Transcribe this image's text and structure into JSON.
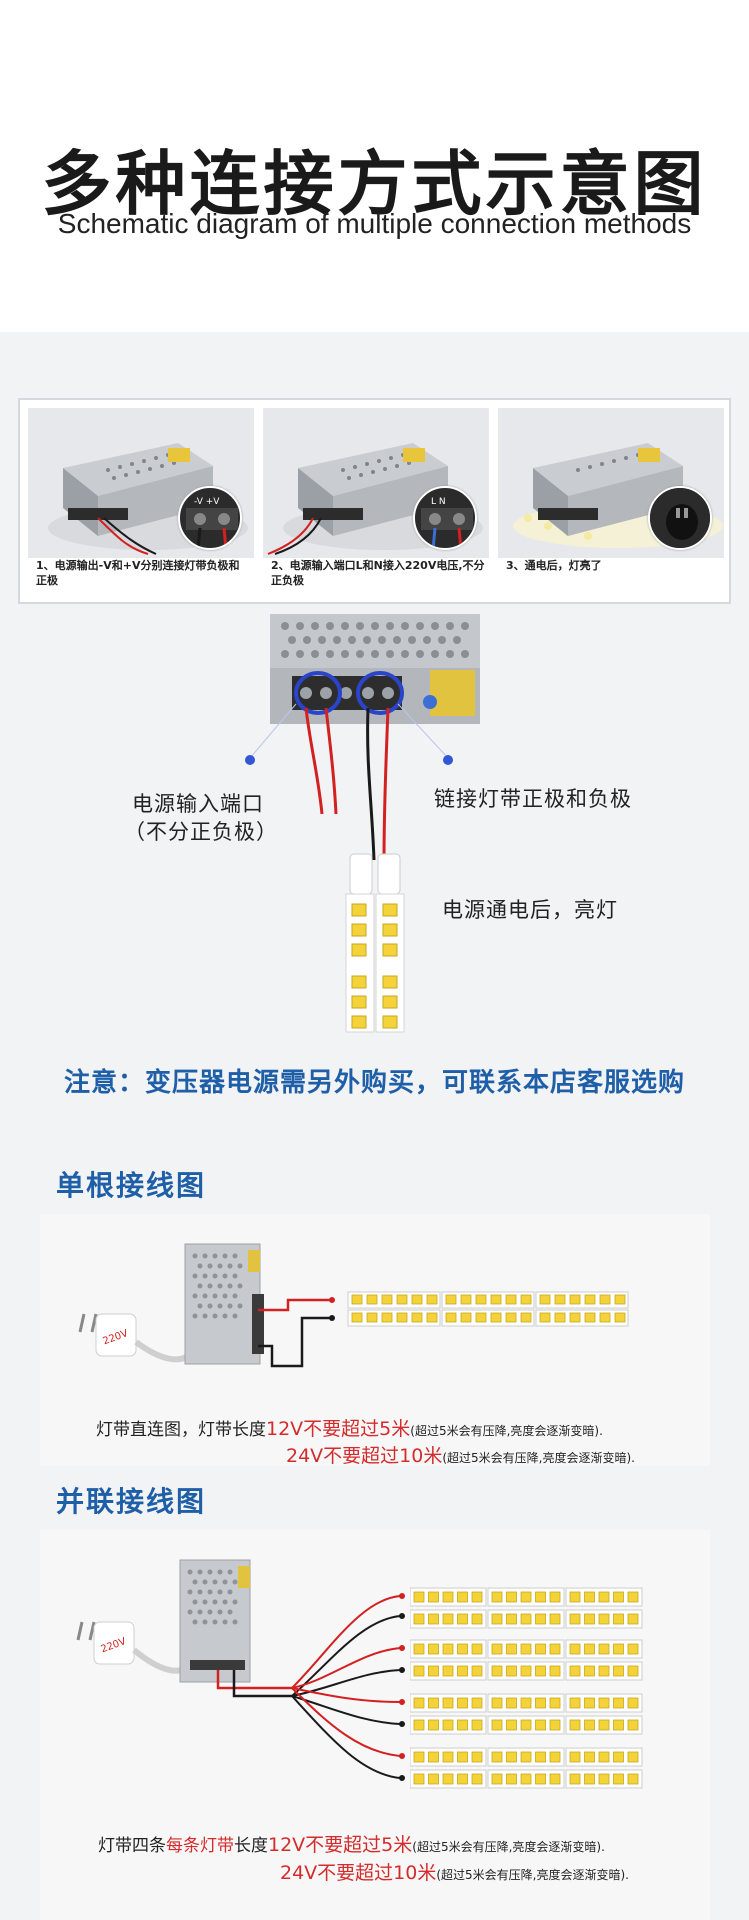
{
  "header": {
    "title_cn": "多种连接方式示意图",
    "title_en": "Schematic diagram of multiple connection methods"
  },
  "steps": [
    {
      "caption": "1、电源输出-V和+V分别连接灯带负极和正极",
      "inset_labels": [
        "-V",
        "+V"
      ]
    },
    {
      "caption": "2、电源输入端口L和N接入220V电压,不分正负极",
      "inset_labels": [
        "L",
        "N"
      ]
    },
    {
      "caption": "3、通电后，灯亮了",
      "inset_labels": []
    }
  ],
  "connection": {
    "input_label_1": "电源输入端口",
    "input_label_2": "（不分正负极）",
    "output_label": "链接灯带正极和负极",
    "lit_label": "电源通电后，亮灯"
  },
  "notice": "注意：变压器电源需另外购买，可联系本店客服选购",
  "single": {
    "title": "单根接线图",
    "cap1_a": "灯带直连图，灯带长度",
    "cap1_b": "12V不要超过5米",
    "cap1_c": "(超过5米会有压降,亮度会逐渐变暗).",
    "cap2_b": "24V不要超过10米",
    "cap2_c": "(超过5米会有压降,亮度会逐渐变暗)."
  },
  "parallel": {
    "title": "并联接线图",
    "cap1_a": "灯带四条",
    "cap1_b": "每条灯带",
    "cap1_c": "长度",
    "cap1_d": "12V不要超过5米",
    "cap1_e": "(超过5米会有压降,亮度会逐渐变暗).",
    "cap2_b": "24V不要超过10米",
    "cap2_c": "(超过5米会有压降,亮度会逐渐变暗)."
  },
  "colors": {
    "accent_blue": "#1f5fa8",
    "warn_red": "#d42b2b",
    "wire_red": "#d32020",
    "wire_black": "#1a1a1a",
    "led_yellow": "#f3d23a"
  }
}
